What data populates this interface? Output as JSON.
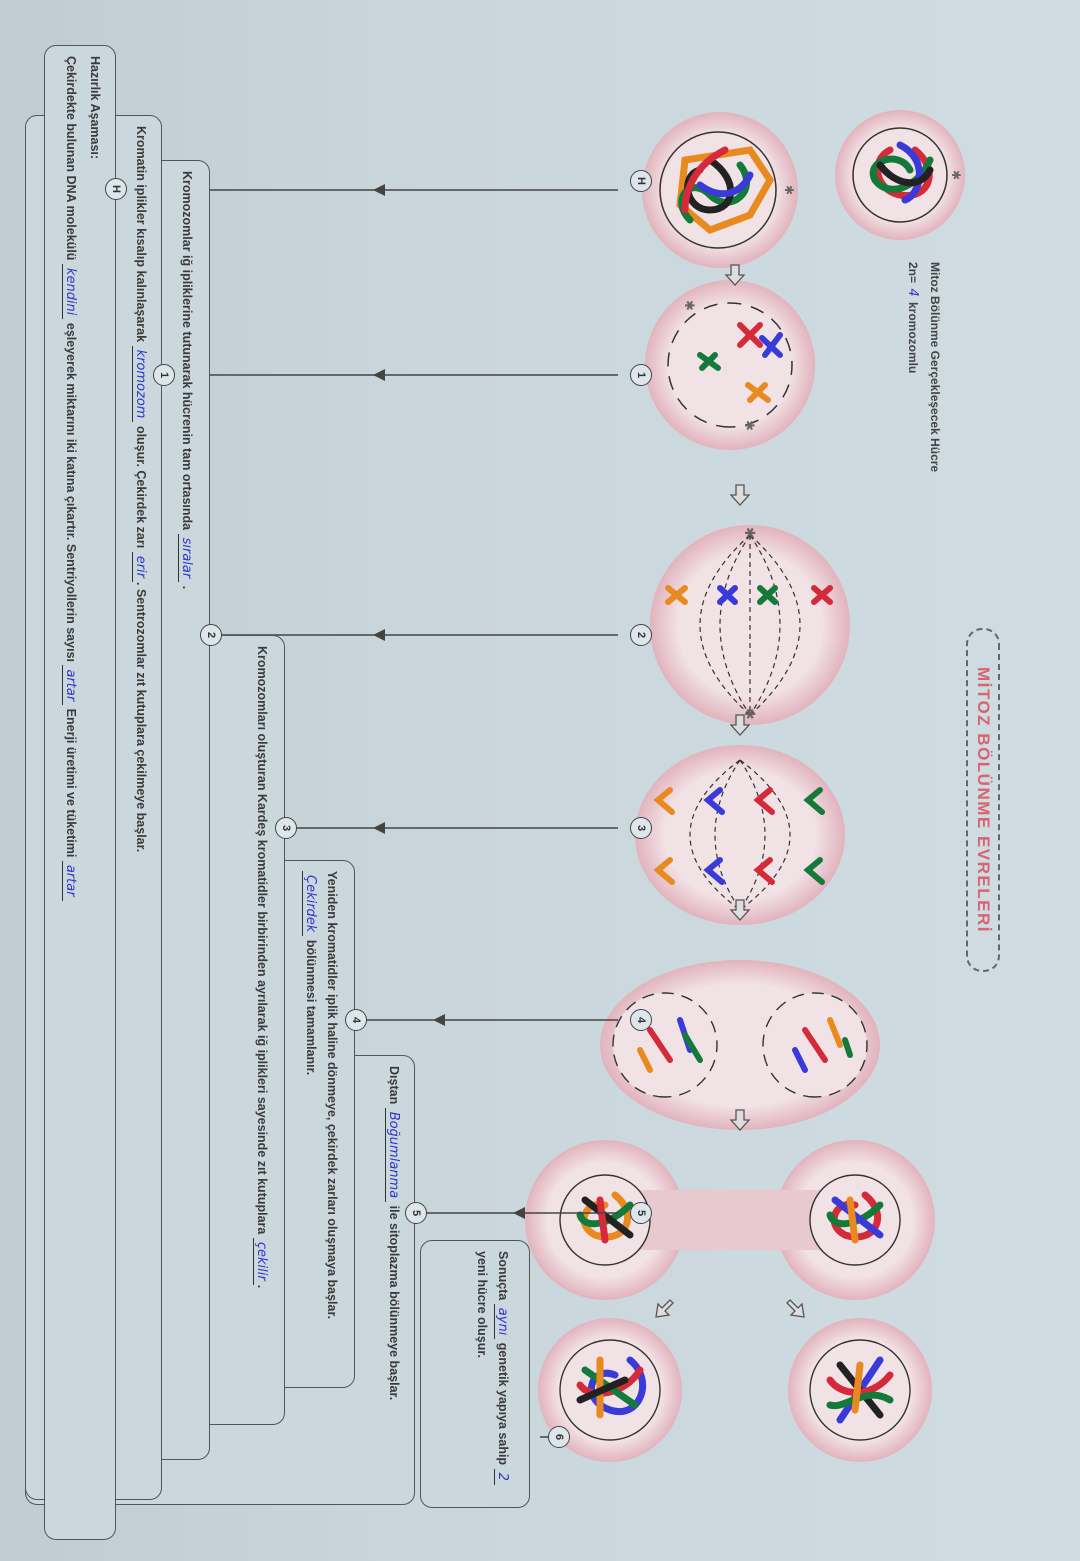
{
  "title": "MİTOZ BÖLÜNME EVRELERİ",
  "cell_label": "Mitoz Bölünme Gerçekleşecek Hücre",
  "chromosome_count": {
    "prefix": "2n=",
    "value": "4",
    "suffix": "kromozomlu"
  },
  "stage_numbers": [
    "H",
    "1",
    "2",
    "3",
    "4",
    "5",
    "6"
  ],
  "boxes": {
    "h": {
      "heading": "Hazırlık Aşaması:",
      "t1": "Çekirdekte bulunan DNA molekülü",
      "a1": "kendini",
      "t2": "eşleyerek miktarını iki katına çıkartır. Sentriyollerin sayısı",
      "a2": "artar",
      "t3": "Enerji üretimi ve tüketimi",
      "a3": "artar"
    },
    "b1": {
      "t1": "Kromatin iplikler kısalıp kalınlaşarak",
      "a1": "kromozom",
      "t2": "oluşur. Çekirdek zarı",
      "a2": "erir",
      "t3": ". Sentrozomlar zıt kutuplara çekilmeye başlar."
    },
    "b2": {
      "t1": "Kromozomlar iğ ipliklerine tutunarak hücrenin tam ortasında",
      "a1": "sıralar",
      "t2": "."
    },
    "b3": {
      "t1": "Kromozomları oluşturan Kardeş kromatidler birbirinden ayrılarak iğ iplikleri sayesinde zıt kutuplara",
      "a1": "çekilir",
      "t2": "."
    },
    "b4": {
      "t1": "Yeniden kromatidler iplik haline dönmeye, çekirdek zarları oluşmaya başlar.",
      "a1": "Çekirdek",
      "t2": "bölünmesi tamamlanır."
    },
    "b5": {
      "t1": "Dıştan",
      "a1": "Boğumlanma",
      "t2": "ile sitoplazma bölünmeye başlar."
    },
    "b6": {
      "t1": "Sonuçta",
      "a1": "aynı",
      "t2": "genetik yapıya sahip",
      "a2": "2",
      "t3": "yeni hücre oluşur."
    }
  },
  "colors": {
    "red": "#d42a3a",
    "blue": "#3a3ad8",
    "green": "#137a3a",
    "orange": "#e88a20",
    "handwriting": "#3434c8",
    "title": "#d9636f"
  }
}
